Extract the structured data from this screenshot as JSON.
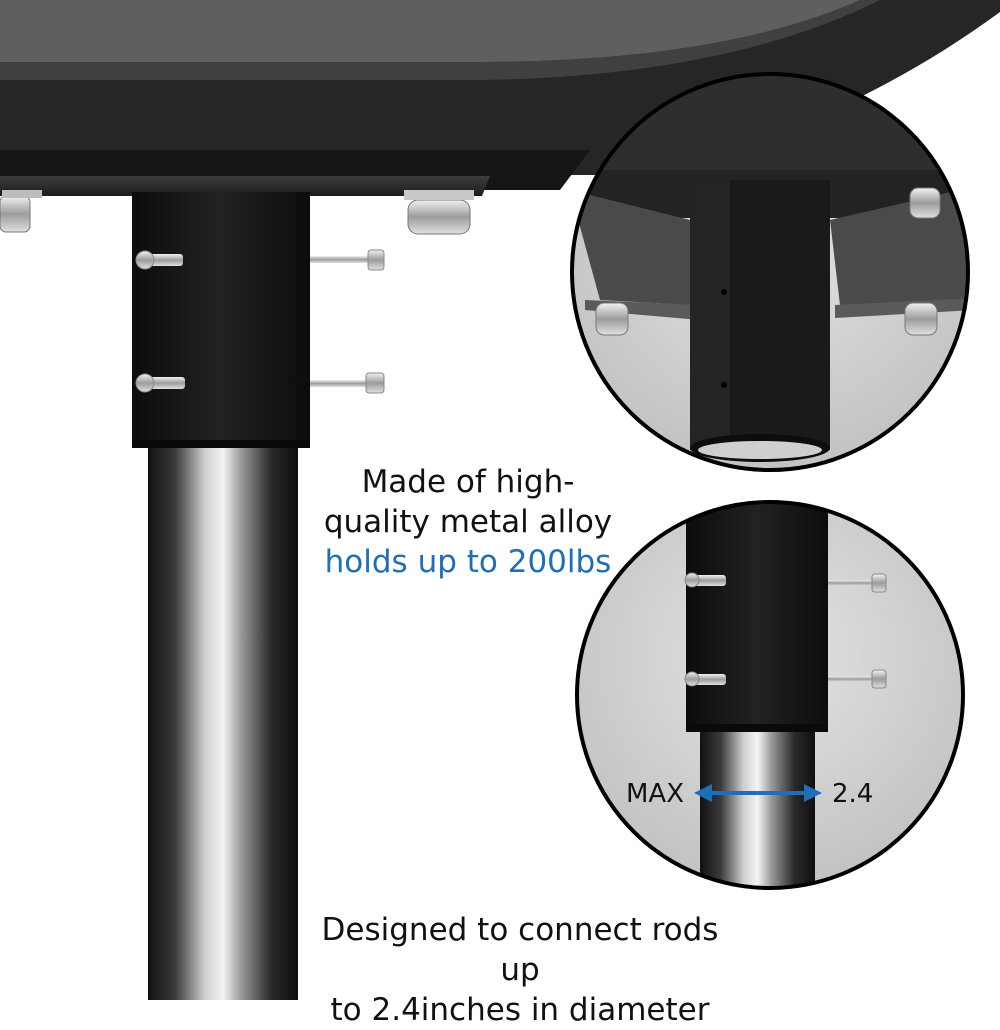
{
  "captions": {
    "top": {
      "line1": "Made of high-",
      "line2": "quality metal alloy",
      "line3": "holds up to 200lbs"
    },
    "bottom": {
      "line1": "Designed to connect rods up",
      "line2": "to 2.4inches in diameter"
    }
  },
  "measurement": {
    "max_label": "MAX",
    "value_label": "2.4"
  },
  "colors": {
    "accent": "#1f6fb8",
    "text": "#111111",
    "metal_dark": "#1b1b1b",
    "plate": "#2a2a2a",
    "circle_bg": "#d3d3d3"
  },
  "icons": {
    "arrow": "double-headed-arrow-icon"
  }
}
